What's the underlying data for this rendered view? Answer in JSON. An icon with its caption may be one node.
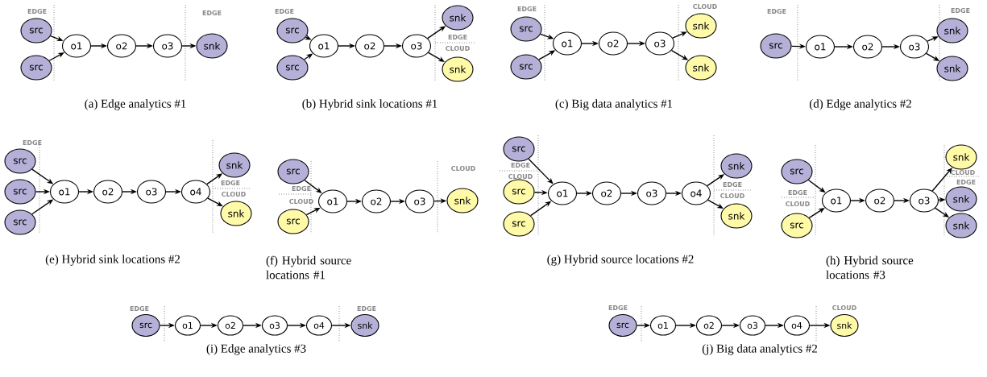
{
  "diagram": {
    "nodes": [
      {
        "text": [
          "src"
        ]
      },
      {
        "text": [
          "src"
        ]
      },
      {
        "text": [
          "o1"
        ]
      },
      {
        "text": [
          "o2"
        ]
      },
      {
        "text": [
          "o3"
        ]
      },
      {
        "text": [
          "snk"
        ]
      },
      {
        "text": [
          "src"
        ]
      },
      {
        "text": [
          "src"
        ]
      },
      {
        "text": [
          "o1"
        ]
      },
      {
        "text": [
          "o2"
        ]
      },
      {
        "text": [
          "o3"
        ]
      },
      {
        "text": [
          "snk"
        ]
      },
      {
        "text": [
          "snk"
        ]
      },
      {
        "text": [
          "src"
        ]
      },
      {
        "text": [
          "src"
        ]
      },
      {
        "text": [
          "o1"
        ]
      },
      {
        "text": [
          "o2"
        ]
      },
      {
        "text": [
          "o3"
        ]
      },
      {
        "text": [
          "snk"
        ]
      },
      {
        "text": [
          "snk"
        ]
      },
      {
        "text": [
          "src"
        ]
      },
      {
        "text": [
          "o1"
        ]
      },
      {
        "text": [
          "o2"
        ]
      },
      {
        "text": [
          "o3"
        ]
      },
      {
        "text": [
          "snk"
        ]
      },
      {
        "text": [
          "snk"
        ]
      },
      {
        "text": [
          "src"
        ]
      },
      {
        "text": [
          "src"
        ]
      },
      {
        "text": [
          "src"
        ]
      },
      {
        "text": [
          "o1"
        ]
      },
      {
        "text": [
          "o2"
        ]
      },
      {
        "text": [
          "o3"
        ]
      },
      {
        "text": [
          "o4"
        ]
      },
      {
        "text": [
          "snk"
        ]
      },
      {
        "text": [
          "snk"
        ]
      },
      {
        "text": [
          "src"
        ]
      },
      {
        "text": [
          "src"
        ]
      },
      {
        "text": [
          "o1"
        ]
      },
      {
        "text": [
          "o2"
        ]
      },
      {
        "text": [
          "o3"
        ]
      },
      {
        "text": [
          "snk"
        ]
      },
      {
        "text": [
          "src"
        ]
      },
      {
        "text": [
          "src"
        ]
      },
      {
        "text": [
          "src"
        ]
      },
      {
        "text": [
          "o1"
        ]
      },
      {
        "text": [
          "o2"
        ]
      },
      {
        "text": [
          "o3"
        ]
      },
      {
        "text": [
          "o4"
        ]
      },
      {
        "text": [
          "snk"
        ]
      },
      {
        "text": [
          "snk"
        ]
      },
      {
        "text": [
          "src"
        ]
      },
      {
        "text": [
          "src"
        ]
      },
      {
        "text": [
          "o1"
        ]
      },
      {
        "text": [
          "o2"
        ]
      },
      {
        "text": [
          "o3"
        ]
      },
      {
        "text": [
          "snk"
        ]
      },
      {
        "text": [
          "snk"
        ]
      },
      {
        "text": [
          "snk"
        ]
      },
      {
        "text": [
          "src"
        ]
      },
      {
        "text": [
          "o1"
        ]
      },
      {
        "text": [
          "o2"
        ]
      },
      {
        "text": [
          "o3"
        ]
      },
      {
        "text": [
          "o4"
        ]
      },
      {
        "text": [
          "snk"
        ]
      },
      {
        "text": [
          "src"
        ]
      },
      {
        "text": [
          "o1"
        ]
      },
      {
        "text": [
          "o2"
        ]
      },
      {
        "text": [
          "o3"
        ]
      },
      {
        "text": [
          "o4"
        ]
      },
      {
        "text": [
          "snk"
        ]
      }
    ],
    "edges": [
      {
        "from": 0,
        "to": 2,
        "arrow": "to"
      },
      {
        "from": 1,
        "to": 2,
        "arrow": "to"
      },
      {
        "from": 2,
        "to": 3,
        "arrow": "to"
      },
      {
        "from": 3,
        "to": 4,
        "arrow": "to"
      },
      {
        "from": 4,
        "to": 5,
        "arrow": "to"
      },
      {
        "from": 6,
        "to": 8,
        "arrow": "to"
      },
      {
        "from": 7,
        "to": 8,
        "arrow": "to"
      },
      {
        "from": 8,
        "to": 9,
        "arrow": "to"
      },
      {
        "from": 9,
        "to": 10,
        "arrow": "to"
      },
      {
        "from": 10,
        "to": 11,
        "arrow": "to"
      },
      {
        "from": 10,
        "to": 12,
        "arrow": "to"
      },
      {
        "from": 13,
        "to": 15,
        "arrow": "to"
      },
      {
        "from": 14,
        "to": 15,
        "arrow": "to"
      },
      {
        "from": 15,
        "to": 16,
        "arrow": "to"
      },
      {
        "from": 16,
        "to": 17,
        "arrow": "to"
      },
      {
        "from": 17,
        "to": 18,
        "arrow": "to"
      },
      {
        "from": 17,
        "to": 19,
        "arrow": "to"
      },
      {
        "from": 20,
        "to": 21,
        "arrow": "to"
      },
      {
        "from": 21,
        "to": 22,
        "arrow": "to"
      },
      {
        "from": 22,
        "to": 23,
        "arrow": "to"
      },
      {
        "from": 23,
        "to": 24,
        "arrow": "to"
      },
      {
        "from": 23,
        "to": 25,
        "arrow": "to"
      },
      {
        "from": 26,
        "to": 29,
        "arrow": "to"
      },
      {
        "from": 27,
        "to": 29,
        "arrow": "to"
      },
      {
        "from": 28,
        "to": 29,
        "arrow": "to"
      },
      {
        "from": 29,
        "to": 30,
        "arrow": "to"
      },
      {
        "from": 30,
        "to": 31,
        "arrow": "to"
      },
      {
        "from": 31,
        "to": 32,
        "arrow": "to"
      },
      {
        "from": 32,
        "to": 33,
        "arrow": "to"
      },
      {
        "from": 32,
        "to": 34,
        "arrow": "to"
      },
      {
        "from": 35,
        "to": 37,
        "arrow": "to"
      },
      {
        "from": 36,
        "to": 37,
        "arrow": "to"
      },
      {
        "from": 37,
        "to": 38,
        "arrow": "to"
      },
      {
        "from": 38,
        "to": 39,
        "arrow": "to"
      },
      {
        "from": 39,
        "to": 40,
        "arrow": "to"
      },
      {
        "from": 41,
        "to": 44,
        "arrow": "to"
      },
      {
        "from": 42,
        "to": 44,
        "arrow": "to"
      },
      {
        "from": 43,
        "to": 44,
        "arrow": "to"
      },
      {
        "from": 44,
        "to": 45,
        "arrow": "to"
      },
      {
        "from": 45,
        "to": 46,
        "arrow": "to"
      },
      {
        "from": 46,
        "to": 47,
        "arrow": "to"
      },
      {
        "from": 47,
        "to": 48,
        "arrow": "to"
      },
      {
        "from": 47,
        "to": 49,
        "arrow": "to"
      },
      {
        "from": 50,
        "to": 52,
        "arrow": "to"
      },
      {
        "from": 51,
        "to": 52,
        "arrow": "to"
      },
      {
        "from": 52,
        "to": 53,
        "arrow": "to"
      },
      {
        "from": 53,
        "to": 54,
        "arrow": "to"
      },
      {
        "from": 54,
        "to": 55,
        "arrow": "to"
      },
      {
        "from": 54,
        "to": 56,
        "arrow": "to"
      },
      {
        "from": 54,
        "to": 57,
        "arrow": "to"
      },
      {
        "from": 58,
        "to": 59,
        "arrow": "to"
      },
      {
        "from": 59,
        "to": 60,
        "arrow": "to"
      },
      {
        "from": 60,
        "to": 61,
        "arrow": "to"
      },
      {
        "from": 61,
        "to": 62,
        "arrow": "to"
      },
      {
        "from": 62,
        "to": 63,
        "arrow": "to"
      },
      {
        "from": 64,
        "to": 65,
        "arrow": "to"
      },
      {
        "from": 65,
        "to": 66,
        "arrow": "to"
      },
      {
        "from": 66,
        "to": 67,
        "arrow": "to"
      },
      {
        "from": 67,
        "to": 68,
        "arrow": "to"
      },
      {
        "from": 68,
        "to": 69,
        "arrow": "to"
      }
    ],
    "labels": [
      "EDGE",
      "EDGE",
      "(a) Edge analytics #1",
      "EDGE",
      "EDGE",
      "CLOUD",
      "(b) Hybrid sink locations #1",
      "EDGE",
      "CLOUD",
      "(c) Big data analytics #1",
      "EDGE",
      "EDGE",
      "(d) Edge analytics #2",
      "EDGE",
      "EDGE",
      "CLOUD",
      "(e) Hybrid sink locations #2",
      "EDGE",
      "CLOUD",
      "CLOUD",
      "(f) Hybrid source locations #1",
      "EDGE",
      "CLOUD",
      "EDGE",
      "CLOUD",
      "(g) Hybrid source locations #2",
      "EDGE",
      "CLOUD",
      "CLOUD",
      "EDGE",
      "(h) Hybrid source locations #3",
      "EDGE",
      "EDGE",
      "(i) Edge analytics #3",
      "EDGE",
      "CLOUD",
      "(j) Big data analytics #2"
    ]
  }
}
